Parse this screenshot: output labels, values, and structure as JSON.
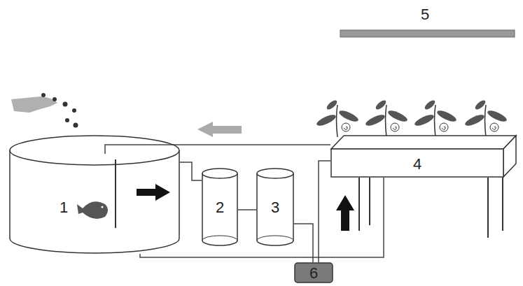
{
  "diagram": {
    "nodes": [
      {
        "text": [
          "1"
        ]
      },
      {
        "text": [
          "2"
        ]
      },
      {
        "text": [
          "3"
        ]
      },
      {
        "text": [
          "4"
        ]
      },
      {
        "text": [
          "6"
        ]
      }
    ],
    "edges": [
      {
        "from": 0,
        "to": 1,
        "arrow": "none"
      },
      {
        "from": 1,
        "to": 2,
        "arrow": "none"
      },
      {
        "from": 2,
        "to": 4,
        "arrow": "none"
      },
      {
        "from": 4,
        "to": 3,
        "arrow": "none"
      },
      {
        "from": 3,
        "to": 0,
        "arrow": "none"
      },
      {
        "from": 3,
        "to": 0,
        "arrow": "none"
      }
    ],
    "labels": [
      "5"
    ]
  }
}
